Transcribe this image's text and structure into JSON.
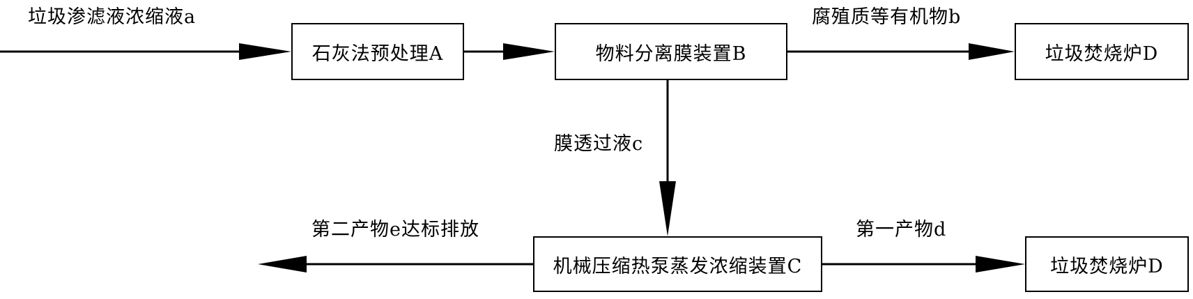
{
  "nodes": {
    "a": "石灰法预处理A",
    "b": "物料分离膜装置B",
    "d1": "垃圾焚烧炉D",
    "c": "机械压缩热泵蒸发浓缩装置C",
    "d2": "垃圾焚烧炉D"
  },
  "edges": {
    "input": "垃圾渗滤液浓缩液a",
    "b_to_d": "腐殖质等有机物b",
    "b_to_c": "膜透过液c",
    "c_out": "第二产物e达标排放",
    "c_to_d": "第一产物d"
  }
}
